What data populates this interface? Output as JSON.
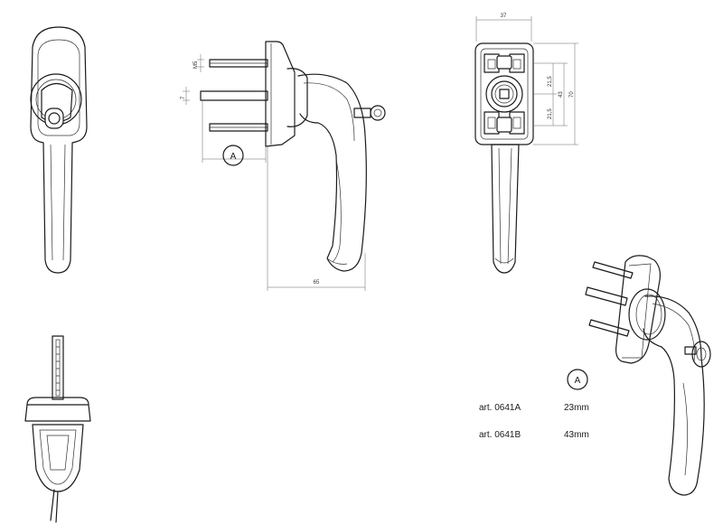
{
  "dimensions": {
    "thread": "M5",
    "pin_offset": "7",
    "width_37": "37",
    "dim_21_5_top": "21,5",
    "dim_43": "43",
    "dim_70": "70",
    "dim_21_5_bottom": "21,5",
    "dim_65": "65"
  },
  "callouts": {
    "side_view": "A",
    "iso_view": "A"
  },
  "variants": [
    {
      "article": "art. 0641A",
      "length": "23mm"
    },
    {
      "article": "art. 0641B",
      "length": "43mm"
    }
  ]
}
